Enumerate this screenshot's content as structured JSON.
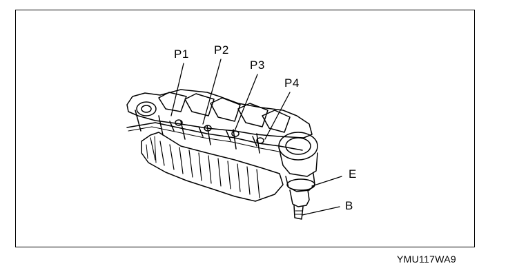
{
  "figure": {
    "labels": {
      "p1": "P1",
      "p2": "P2",
      "p3": "P3",
      "p4": "P4",
      "e": "E",
      "b": "B"
    },
    "figure_code": "YMU117WA9"
  },
  "colors": {
    "ink": "#000000",
    "background": "#ffffff"
  }
}
